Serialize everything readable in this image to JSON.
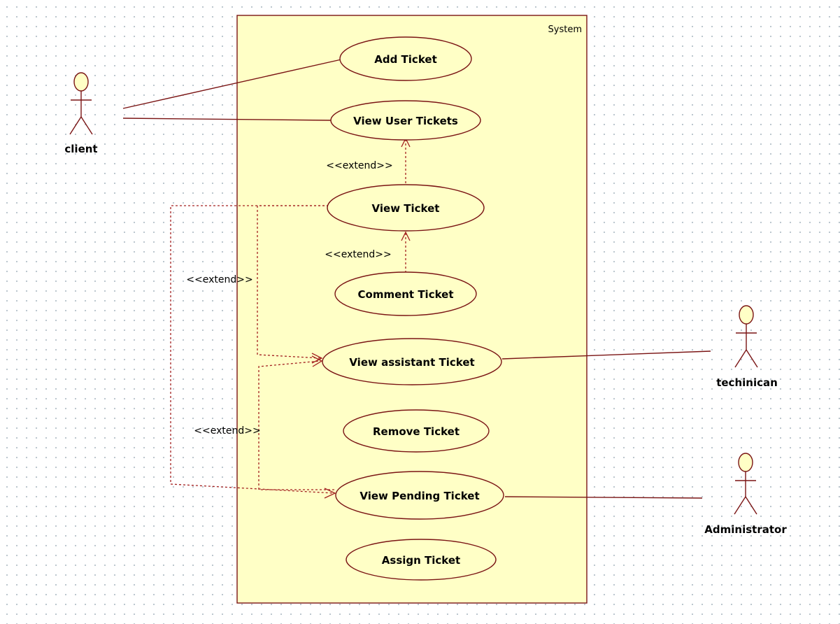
{
  "colors": {
    "system_fill": "#ffffc6",
    "system_border": "#7a1414",
    "usecase_fill": "#ffffc6",
    "line": "#7a1414",
    "actor_head_fill": "#ffffc6"
  },
  "system": {
    "label": "System"
  },
  "use_cases": {
    "add_ticket": "Add Ticket",
    "view_user_tickets": "View User Tickets",
    "view_ticket": "View Ticket",
    "comment_ticket": "Comment Ticket",
    "view_assistant_ticket": "View assistant Ticket",
    "remove_ticket": "Remove Ticket",
    "view_pending_ticket": "View Pending Ticket",
    "assign_ticket": "Assign Ticket"
  },
  "actors": {
    "client": "client",
    "technician": "techinican",
    "administrator": "Administrator"
  },
  "stereotypes": {
    "extend_1": "<<extend>>",
    "extend_2": "<<extend>>",
    "extend_3": "<<extend>>",
    "extend_4": "<<extend>>"
  }
}
